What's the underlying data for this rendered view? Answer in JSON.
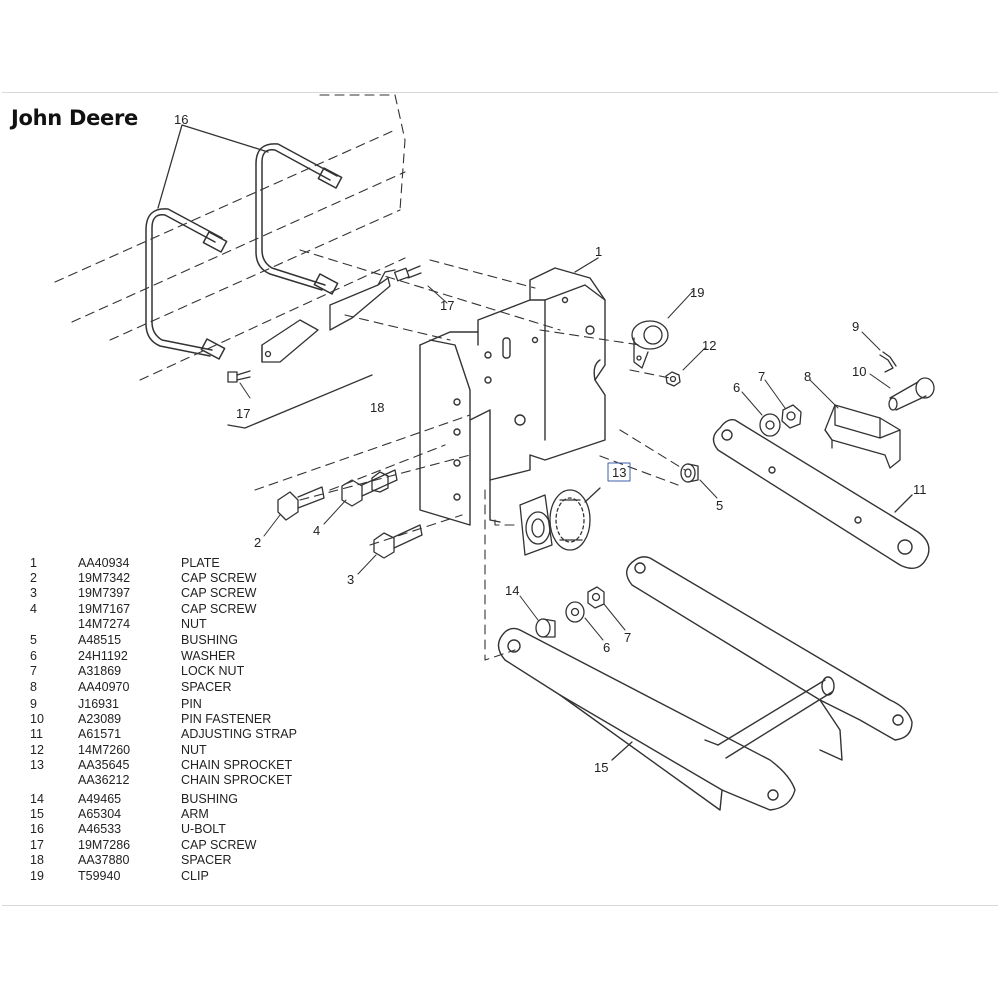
{
  "brand": "John Deere",
  "callouts": {
    "c1": "1",
    "c2": "2",
    "c3": "3",
    "c4": "4",
    "c5": "5",
    "c6a": "6",
    "c6b": "6",
    "c7a": "7",
    "c7b": "7",
    "c8": "8",
    "c9": "9",
    "c10": "10",
    "c11": "11",
    "c12": "12",
    "c13": "13",
    "c14": "14",
    "c15": "15",
    "c16": "16",
    "c17a": "17",
    "c17b": "17",
    "c18": "18",
    "c19": "19"
  },
  "parts": [
    {
      "no": "1",
      "pn": "AA40934",
      "desc": "PLATE"
    },
    {
      "no": "2",
      "pn": "19M7342",
      "desc": "CAP SCREW"
    },
    {
      "no": "3",
      "pn": "19M7397",
      "desc": "CAP SCREW"
    },
    {
      "no": "4",
      "pn": "19M7167",
      "desc": "CAP SCREW"
    },
    {
      "no": "",
      "pn": "14M7274",
      "desc": "NUT"
    },
    {
      "no": "5",
      "pn": "A48515",
      "desc": "BUSHING"
    },
    {
      "no": "6",
      "pn": "24H1192",
      "desc": "WASHER"
    },
    {
      "no": "7",
      "pn": "A31869",
      "desc": "LOCK NUT"
    },
    {
      "no": "8",
      "pn": "AA40970",
      "desc": "SPACER"
    },
    {
      "no": "9",
      "pn": "J16931",
      "desc": "PIN"
    },
    {
      "no": "10",
      "pn": "A23089",
      "desc": "PIN FASTENER"
    },
    {
      "no": "11",
      "pn": "A61571",
      "desc": "ADJUSTING STRAP"
    },
    {
      "no": "12",
      "pn": "14M7260",
      "desc": "NUT"
    },
    {
      "no": "13",
      "pn": "AA35645",
      "desc": "CHAIN SPROCKET"
    },
    {
      "no": "",
      "pn": "AA36212",
      "desc": "CHAIN SPROCKET"
    },
    {
      "no": "14",
      "pn": "A49465",
      "desc": "BUSHING"
    },
    {
      "no": "15",
      "pn": "A65304",
      "desc": "ARM"
    },
    {
      "no": "16",
      "pn": "A46533",
      "desc": "U-BOLT"
    },
    {
      "no": "17",
      "pn": "19M7286",
      "desc": "CAP SCREW"
    },
    {
      "no": "18",
      "pn": "AA37880",
      "desc": "SPACER"
    },
    {
      "no": "19",
      "pn": "T59940",
      "desc": "CLIP"
    }
  ]
}
